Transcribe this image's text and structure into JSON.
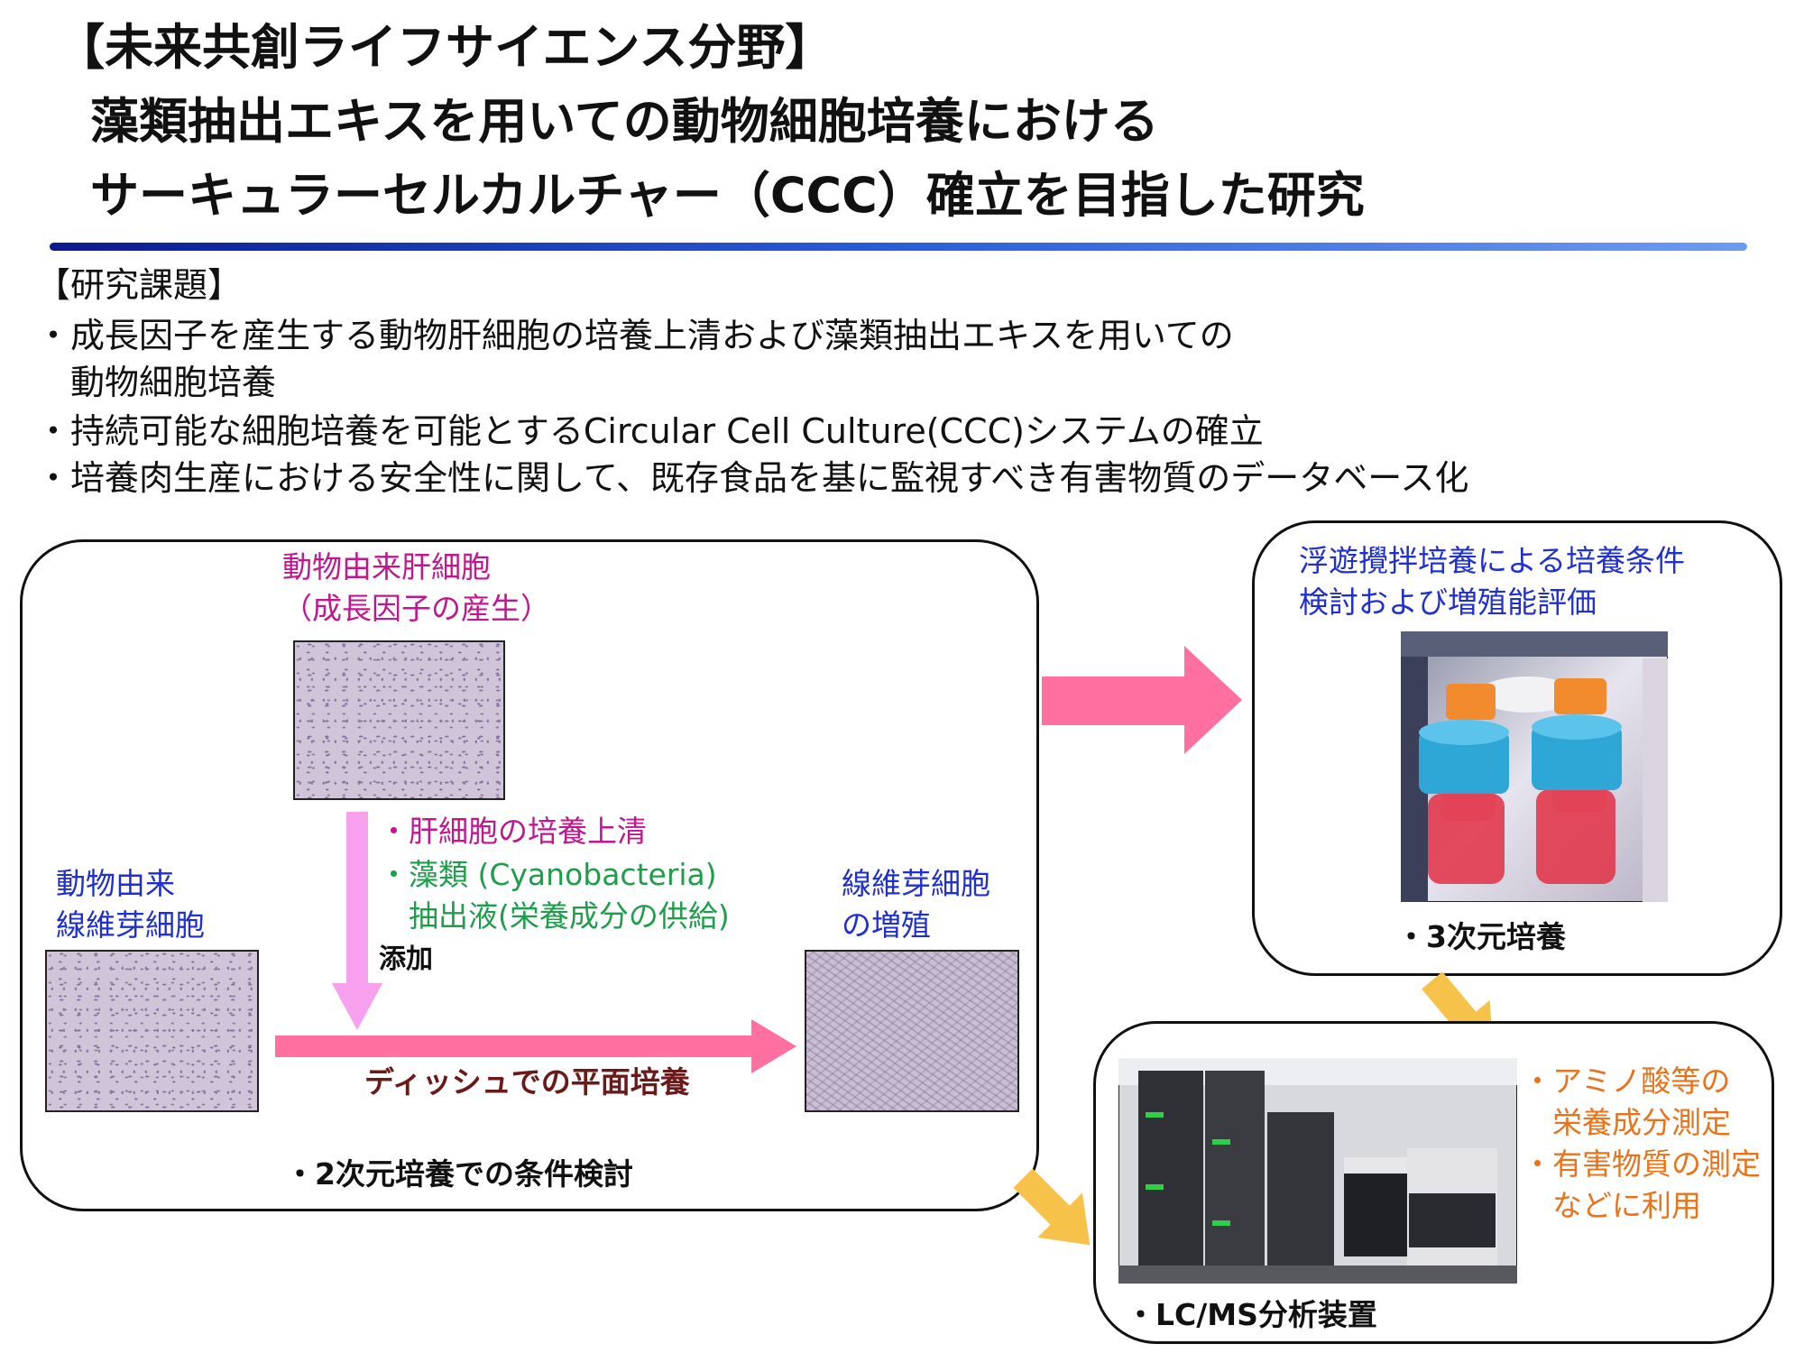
{
  "title": {
    "line1": "【未来共創ライフサイエンス分野】",
    "line2": "藻類抽出エキスを用いての動物細胞培養における",
    "line3": "サーキュラーセルカルチャー（CCC）確立を目指した研究"
  },
  "topics": {
    "heading": "【研究課題】",
    "items": [
      "・成長因子を産生する動物肝細胞の培養上清および藻類抽出エキスを用いての",
      "　動物細胞培養",
      "・持続可能な細胞培養を可能とするCircular Cell Culture(CCC)システムの確立",
      "・培養肉生産における安全性に関して、既存食品を基に監視すべき有害物質のデータベース化"
    ]
  },
  "two_d": {
    "liver_label_1": "動物由来肝細胞",
    "liver_label_2": "（成長因子の産生）",
    "fibro_label_1": "動物由来",
    "fibro_label_2": "線維芽細胞",
    "prolif_label_1": "線維芽細胞",
    "prolif_label_2": "の増殖",
    "supernatant": "・肝細胞の培養上清",
    "algae_1": "・藻類 (Cyanobacteria)",
    "algae_2": "　抽出液(栄養成分の供給)",
    "addition": "添加",
    "dish": "ディッシュでの平面培養",
    "caption": "・2次元培養での条件検討"
  },
  "three_d": {
    "label_1": "浮遊攪拌培養による培養条件",
    "label_2": "検討および増殖能評価",
    "caption": "・3次元培養"
  },
  "lcms": {
    "note_1": "・アミノ酸等の",
    "note_2": "　栄養成分測定",
    "note_3": "・有害物質の測定",
    "note_4": "　などに利用",
    "caption": "・LC/MS分析装置"
  },
  "colors": {
    "magenta": "#c0178f",
    "green": "#1e9e4a",
    "blue": "#1f2fd0",
    "orange": "#e8731c",
    "maroon": "#6b1a1a",
    "pink_arrow": "#ff6fa0",
    "light_pink_arrow": "#f7a0ee",
    "yellow_arrow": "#f7c24a"
  }
}
